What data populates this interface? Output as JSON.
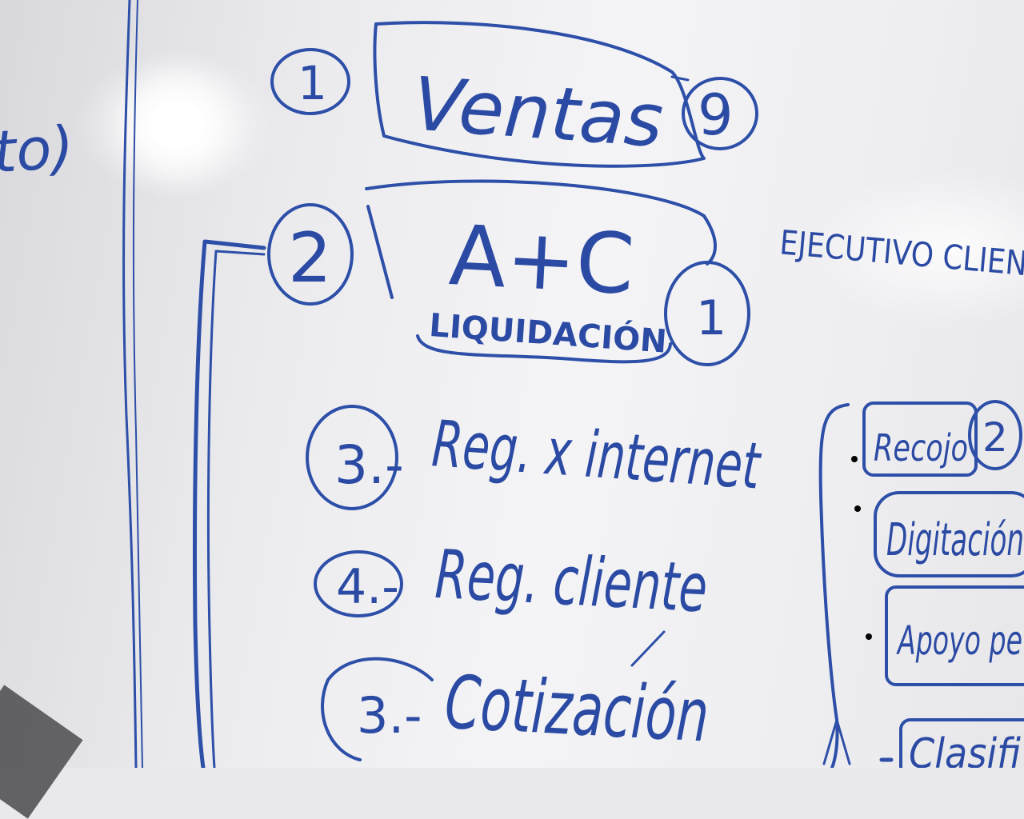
{
  "board": {
    "left_fragment": "to)",
    "items": [
      {
        "number": "1",
        "label": "Ventas",
        "count": "9"
      },
      {
        "number": "2",
        "label": "A+C",
        "sublabel": "LIQUIDACIÓN",
        "count": "1"
      },
      {
        "number": "3.-",
        "label": "Reg. x internet"
      },
      {
        "number": "4.-",
        "label": "Reg. cliente"
      },
      {
        "number": "3.-",
        "label": "Cotización"
      }
    ],
    "side_note": "EJECUTIVO CLIEN",
    "subtasks": [
      {
        "label": "Recojo",
        "count": "2"
      },
      {
        "label": "Digitación"
      },
      {
        "label": "Apoyo pe"
      },
      {
        "label": "Clasifi"
      }
    ],
    "ink_color": "#2d4fa8"
  }
}
